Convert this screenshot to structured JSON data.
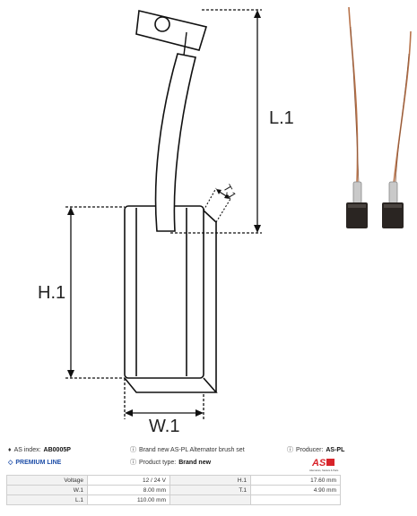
{
  "dimension_labels": {
    "length": "L.1",
    "height": "H.1",
    "width": "W.1",
    "thickness": "T.1"
  },
  "info": {
    "as_index_label": "AS index:",
    "as_index_value": "AB0005P",
    "description": "Brand new AS-PL Alternator brush set",
    "producer_label": "Producer:",
    "producer_value": "AS-PL",
    "premium_line": "PREMIUM LINE",
    "product_type_label": "Product type:",
    "product_type_value": "Brand new",
    "logo_text": "AS",
    "logo_tagline": "Alternators, Starters & Parts"
  },
  "params": [
    [
      {
        "label": "Voltage",
        "value": "12 / 24 V"
      },
      {
        "label": "H.1",
        "value": "17.60 mm"
      }
    ],
    [
      {
        "label": "W.1",
        "value": "8.00 mm"
      },
      {
        "label": "T.1",
        "value": "4.90 mm"
      }
    ],
    [
      {
        "label": "L.1",
        "value": "110.00 mm"
      },
      {
        "label": "",
        "value": ""
      }
    ]
  ],
  "icons": {
    "tag": "tag-icon",
    "info": "info-icon",
    "diamond": "diamond-icon"
  },
  "colors": {
    "premium": "#1e4ea8",
    "logo_red": "#d8232a",
    "copper": "#b8734a",
    "carbon": "#2a2522"
  }
}
